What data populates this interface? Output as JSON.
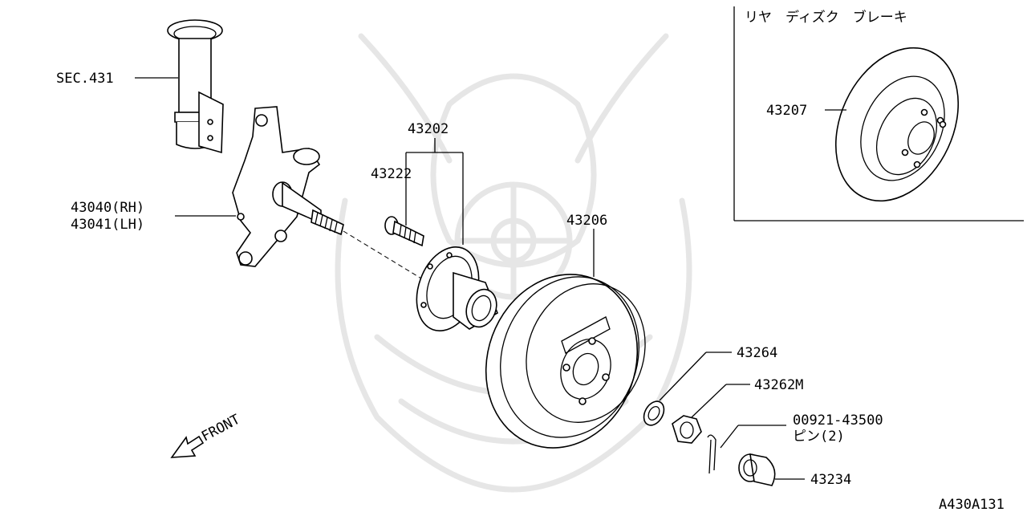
{
  "diagram": {
    "drawing_code": "A430A131",
    "inset_title": "リヤ　ディズク　ブレーキ",
    "front_label": "FRONT",
    "callouts": [
      {
        "id": "sec431",
        "text": "SEC.431"
      },
      {
        "id": "knuckle_rh",
        "text": "43040(RH)"
      },
      {
        "id": "knuckle_lh",
        "text": "43041(LH)"
      },
      {
        "id": "hub_assembly",
        "text": "43202"
      },
      {
        "id": "hub_bolt",
        "text": "43222"
      },
      {
        "id": "drum",
        "text": "43206"
      },
      {
        "id": "rotor",
        "text": "43207"
      },
      {
        "id": "washer",
        "text": "43264"
      },
      {
        "id": "nut",
        "text": "43262M"
      },
      {
        "id": "cotter_pin",
        "text": "00921-43500"
      },
      {
        "id": "cotter_pin_qty",
        "text": "ピン(2)"
      },
      {
        "id": "cap",
        "text": "43234"
      }
    ]
  }
}
